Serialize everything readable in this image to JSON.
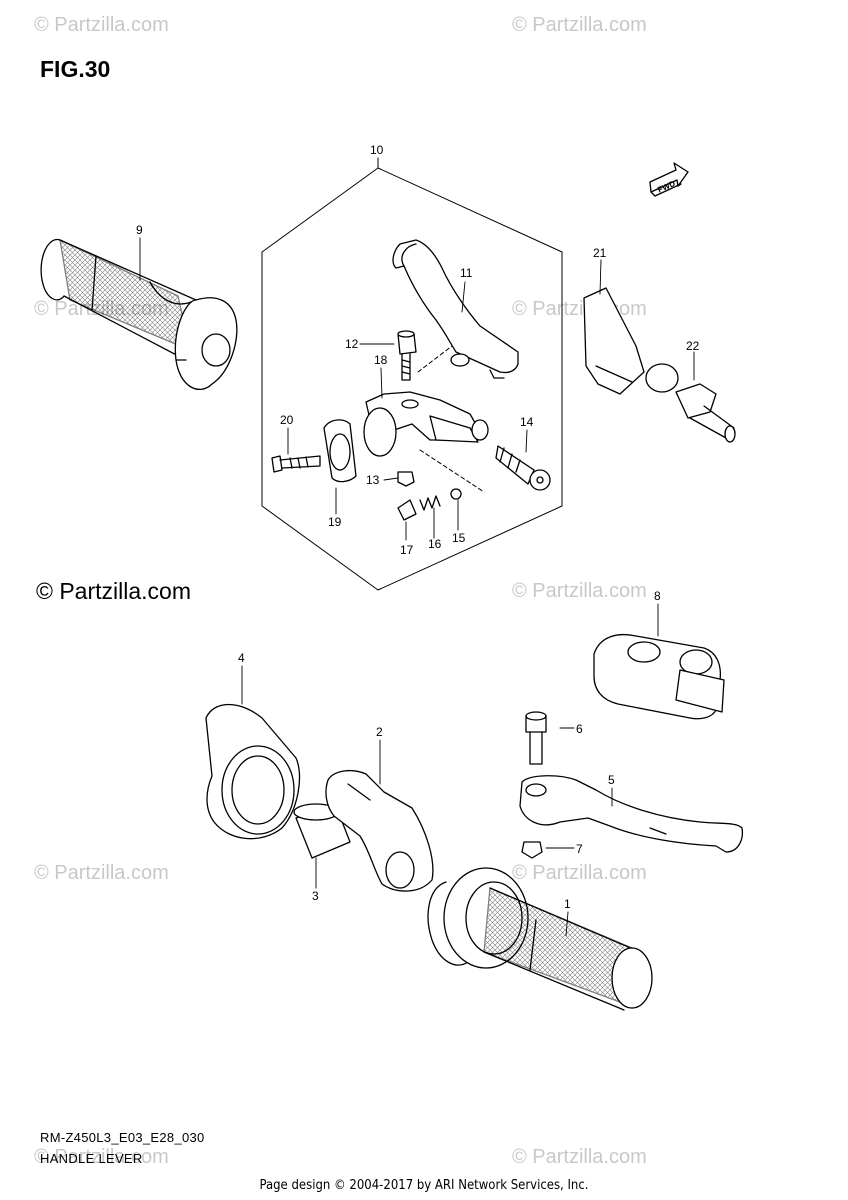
{
  "figure": {
    "title": "FIG.30",
    "model_code": "RM-Z450L3_E03_E28_030",
    "part_name": "HANDLE LEVER",
    "fwd_label": "FWD"
  },
  "copyright": "© Partzilla.com",
  "watermark": "© Partzilla.com",
  "footer": "Page design © 2004-2017 by ARI Network Services, Inc.",
  "callouts": [
    "1",
    "2",
    "3",
    "4",
    "5",
    "6",
    "7",
    "8",
    "9",
    "10",
    "11",
    "12",
    "13",
    "14",
    "15",
    "16",
    "17",
    "18",
    "19",
    "20",
    "21",
    "22"
  ],
  "colors": {
    "line": "#000000",
    "watermark": "#c8c8c8",
    "background": "#ffffff"
  }
}
